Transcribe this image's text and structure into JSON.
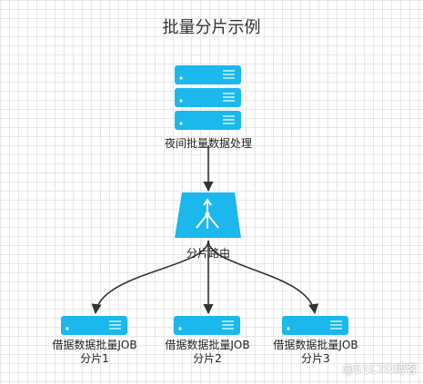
{
  "title": "批量分片示例",
  "nodes": {
    "batch": {
      "label": "夜间批量数据处理"
    },
    "router": {
      "label": "分片路由"
    },
    "shard1": {
      "line1": "借据数据批量JOB",
      "line2": "分片1"
    },
    "shard2": {
      "line1": "借据数据批量JOB",
      "line2": "分片2"
    },
    "shard3": {
      "line1": "借据数据批量JOB",
      "line2": "分片3"
    }
  },
  "watermark": "@51CTO博客",
  "colors": {
    "server": "#1ab8ec",
    "stripe": "#ffffff",
    "arrow": "#333333"
  }
}
